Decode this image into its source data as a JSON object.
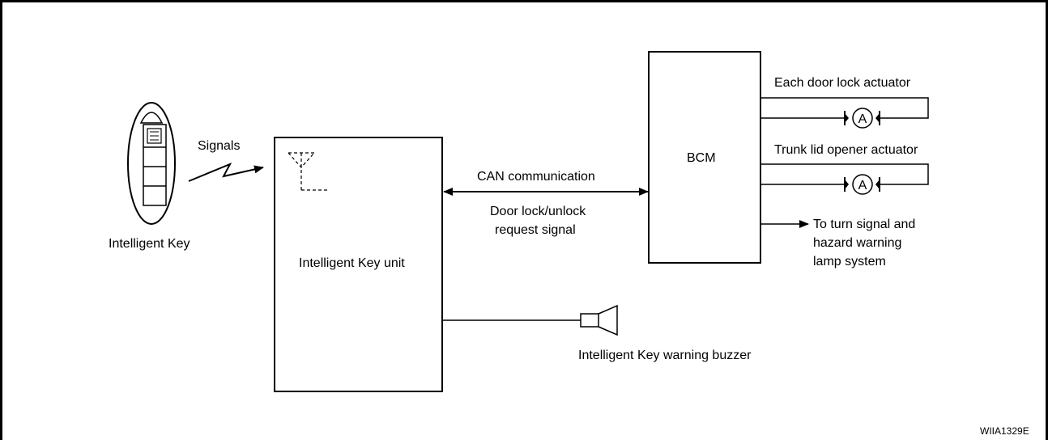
{
  "labels": {
    "key": "Intelligent Key",
    "signals": "Signals",
    "key_unit": "Intelligent Key unit",
    "can": "CAN communication",
    "door_req_line1": "Door lock/unlock",
    "door_req_line2": "request signal",
    "bcm": "BCM",
    "door_actuator": "Each door lock actuator",
    "trunk_actuator": "Trunk lid opener actuator",
    "motor_symbol": "A",
    "turn_line1": "To turn signal and",
    "turn_line2": "hazard warning",
    "turn_line3": "lamp system",
    "buzzer": "Intelligent Key warning buzzer",
    "figure_code": "WIIA1329E"
  },
  "icons": {
    "key_fob": "intelligent-key-fob-icon",
    "antenna": "antenna-icon",
    "wireless": "wireless-signal-icon",
    "motor": "motor-icon",
    "buzzer": "buzzer-speaker-icon"
  },
  "colors": {
    "line": "#000000",
    "background": "#ffffff"
  }
}
